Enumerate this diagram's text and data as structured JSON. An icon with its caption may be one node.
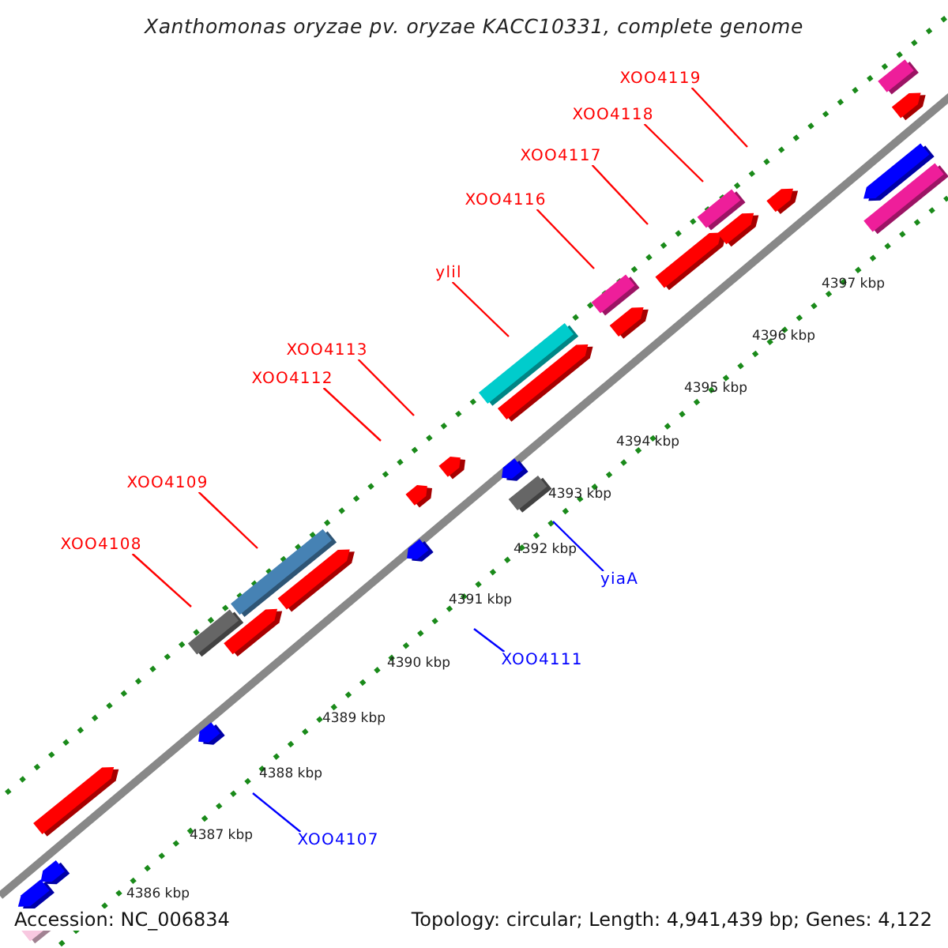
{
  "diagram": {
    "title": "Xanthomonas oryzae pv. oryzae KACC10331, complete genome",
    "nodes": [
      {
        "text": [
          "XOO4119"
        ]
      },
      {
        "text": [
          "XOO4118"
        ]
      },
      {
        "text": [
          "XOO4117"
        ]
      },
      {
        "text": [
          "XOO4116"
        ]
      },
      {
        "text": [
          "ylil"
        ]
      },
      {
        "text": [
          "XOO4113"
        ]
      },
      {
        "text": [
          "XOO4112"
        ]
      },
      {
        "text": [
          "XOO4109"
        ]
      },
      {
        "text": [
          "XOO4108"
        ]
      },
      {
        "text": [
          "yiaA"
        ]
      },
      {
        "text": [
          "XOO4111"
        ]
      },
      {
        "text": [
          "XOO4107"
        ]
      }
    ],
    "edges": [
      {
        "from": 0,
        "to": null,
        "arrow": "none",
        "color": "#ff0000"
      },
      {
        "from": 1,
        "to": null,
        "arrow": "none",
        "color": "#ff0000"
      },
      {
        "from": 2,
        "to": null,
        "arrow": "none",
        "color": "#ff0000"
      },
      {
        "from": 3,
        "to": null,
        "arrow": "none",
        "color": "#ff0000"
      },
      {
        "from": 4,
        "to": null,
        "arrow": "none",
        "color": "#ff0000"
      },
      {
        "from": 5,
        "to": null,
        "arrow": "none",
        "color": "#ff0000"
      },
      {
        "from": 6,
        "to": null,
        "arrow": "none",
        "color": "#ff0000"
      },
      {
        "from": 7,
        "to": null,
        "arrow": "none",
        "color": "#ff0000"
      },
      {
        "from": 8,
        "to": null,
        "arrow": "none",
        "color": "#ff0000"
      },
      {
        "from": 9,
        "to": null,
        "arrow": "none",
        "color": "#0000ff"
      },
      {
        "from": 10,
        "to": null,
        "arrow": "none",
        "color": "#0000ff"
      },
      {
        "from": 11,
        "to": null,
        "arrow": "none",
        "color": "#0000ff"
      }
    ],
    "labels": [
      "4397 kbp",
      "4396 kbp",
      "4395 kbp",
      "4394 kbp",
      "4393 kbp",
      "4392 kbp",
      "4391 kbp",
      "4390 kbp",
      "4389 kbp",
      "4388 kbp",
      "4387 kbp",
      "4386 kbp",
      "Accession: NC_006834",
      "Topology: circular; Length: 4,941,439 bp; Genes: 4,122"
    ]
  }
}
